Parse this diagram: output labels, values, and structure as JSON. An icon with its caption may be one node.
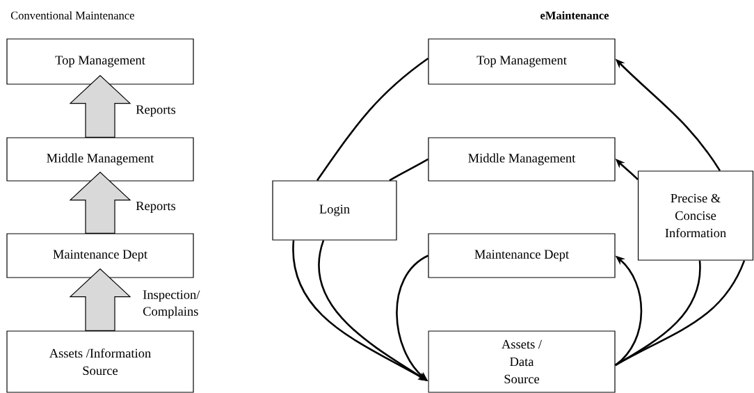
{
  "diagram": {
    "nodes": [
      {
        "text": [
          "Top Management"
        ]
      },
      {
        "text": [
          "Middle Management"
        ]
      },
      {
        "text": [
          "Maintenance Dept"
        ]
      },
      {
        "text": [
          "Assets /Information Source"
        ]
      },
      {
        "text": [
          "Top Management"
        ]
      },
      {
        "text": [
          "Middle Management"
        ]
      },
      {
        "text": [
          "Maintenance Dept"
        ]
      },
      {
        "text": [
          "Assets / Data Source"
        ]
      },
      {
        "text": [
          "Login"
        ]
      },
      {
        "text": [
          "Precise & Concise Information"
        ]
      }
    ],
    "edges": [
      {
        "from": 3,
        "to": 2,
        "arrow": "to",
        "style": "thick",
        "label": "Inspection/ Complains"
      },
      {
        "from": 2,
        "to": 1,
        "arrow": "to",
        "style": "thick",
        "label": "Reports"
      },
      {
        "from": 1,
        "to": 0,
        "arrow": "to",
        "style": "thick",
        "label": "Reports"
      },
      {
        "from": 4,
        "to": 8,
        "arrow": "none"
      },
      {
        "from": 5,
        "to": 8,
        "arrow": "none"
      },
      {
        "from": 8,
        "to": 7,
        "arrow": "to"
      },
      {
        "from": 8,
        "to": 7,
        "arrow": "to"
      },
      {
        "from": 6,
        "to": 7,
        "arrow": "to"
      },
      {
        "from": 9,
        "to": 4,
        "arrow": "to"
      },
      {
        "from": 9,
        "to": 5,
        "arrow": "to"
      },
      {
        "from": 7,
        "to": 6,
        "arrow": "to"
      },
      {
        "from": 7,
        "to": 9,
        "arrow": "none"
      },
      {
        "from": 7,
        "to": 9,
        "arrow": "none"
      }
    ],
    "labels": [
      "Conventional Maintenance",
      "eMaintenance"
    ]
  }
}
